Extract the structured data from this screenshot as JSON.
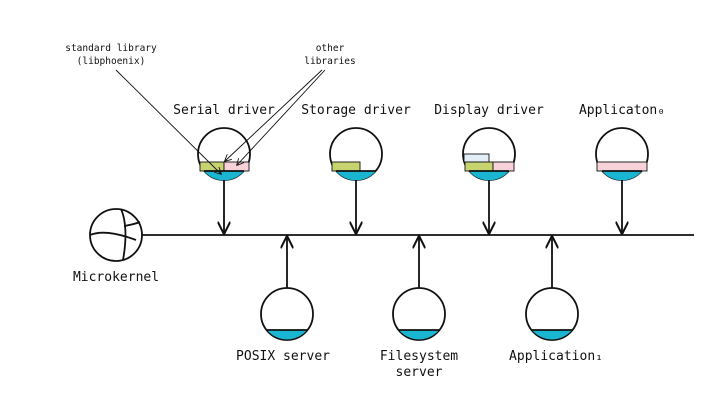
{
  "microkernel": {
    "label": "Microkernel"
  },
  "annotations": {
    "stdlib": [
      "standard library",
      "(libphoenix)"
    ],
    "other": [
      "other",
      "libraries"
    ]
  },
  "top_components": [
    {
      "label": "Serial driver",
      "other_libs": 1
    },
    {
      "label": "Storage driver",
      "other_libs": 0
    },
    {
      "label": "Display driver",
      "other_libs": 2
    },
    {
      "label": "Applicaton₀",
      "other_libs": 1
    }
  ],
  "bottom_components": [
    {
      "label": [
        "POSIX server"
      ]
    },
    {
      "label": [
        "Filesystem",
        "server"
      ]
    },
    {
      "label": [
        "Application₁"
      ]
    }
  ],
  "colors": {
    "kernel_layer": "#1ab6d1",
    "stdlib_block": "#c7d36f",
    "other_lib_pink": "#f7d3d9",
    "other_lib_blue": "#e1eef7",
    "stroke": "#111111"
  }
}
